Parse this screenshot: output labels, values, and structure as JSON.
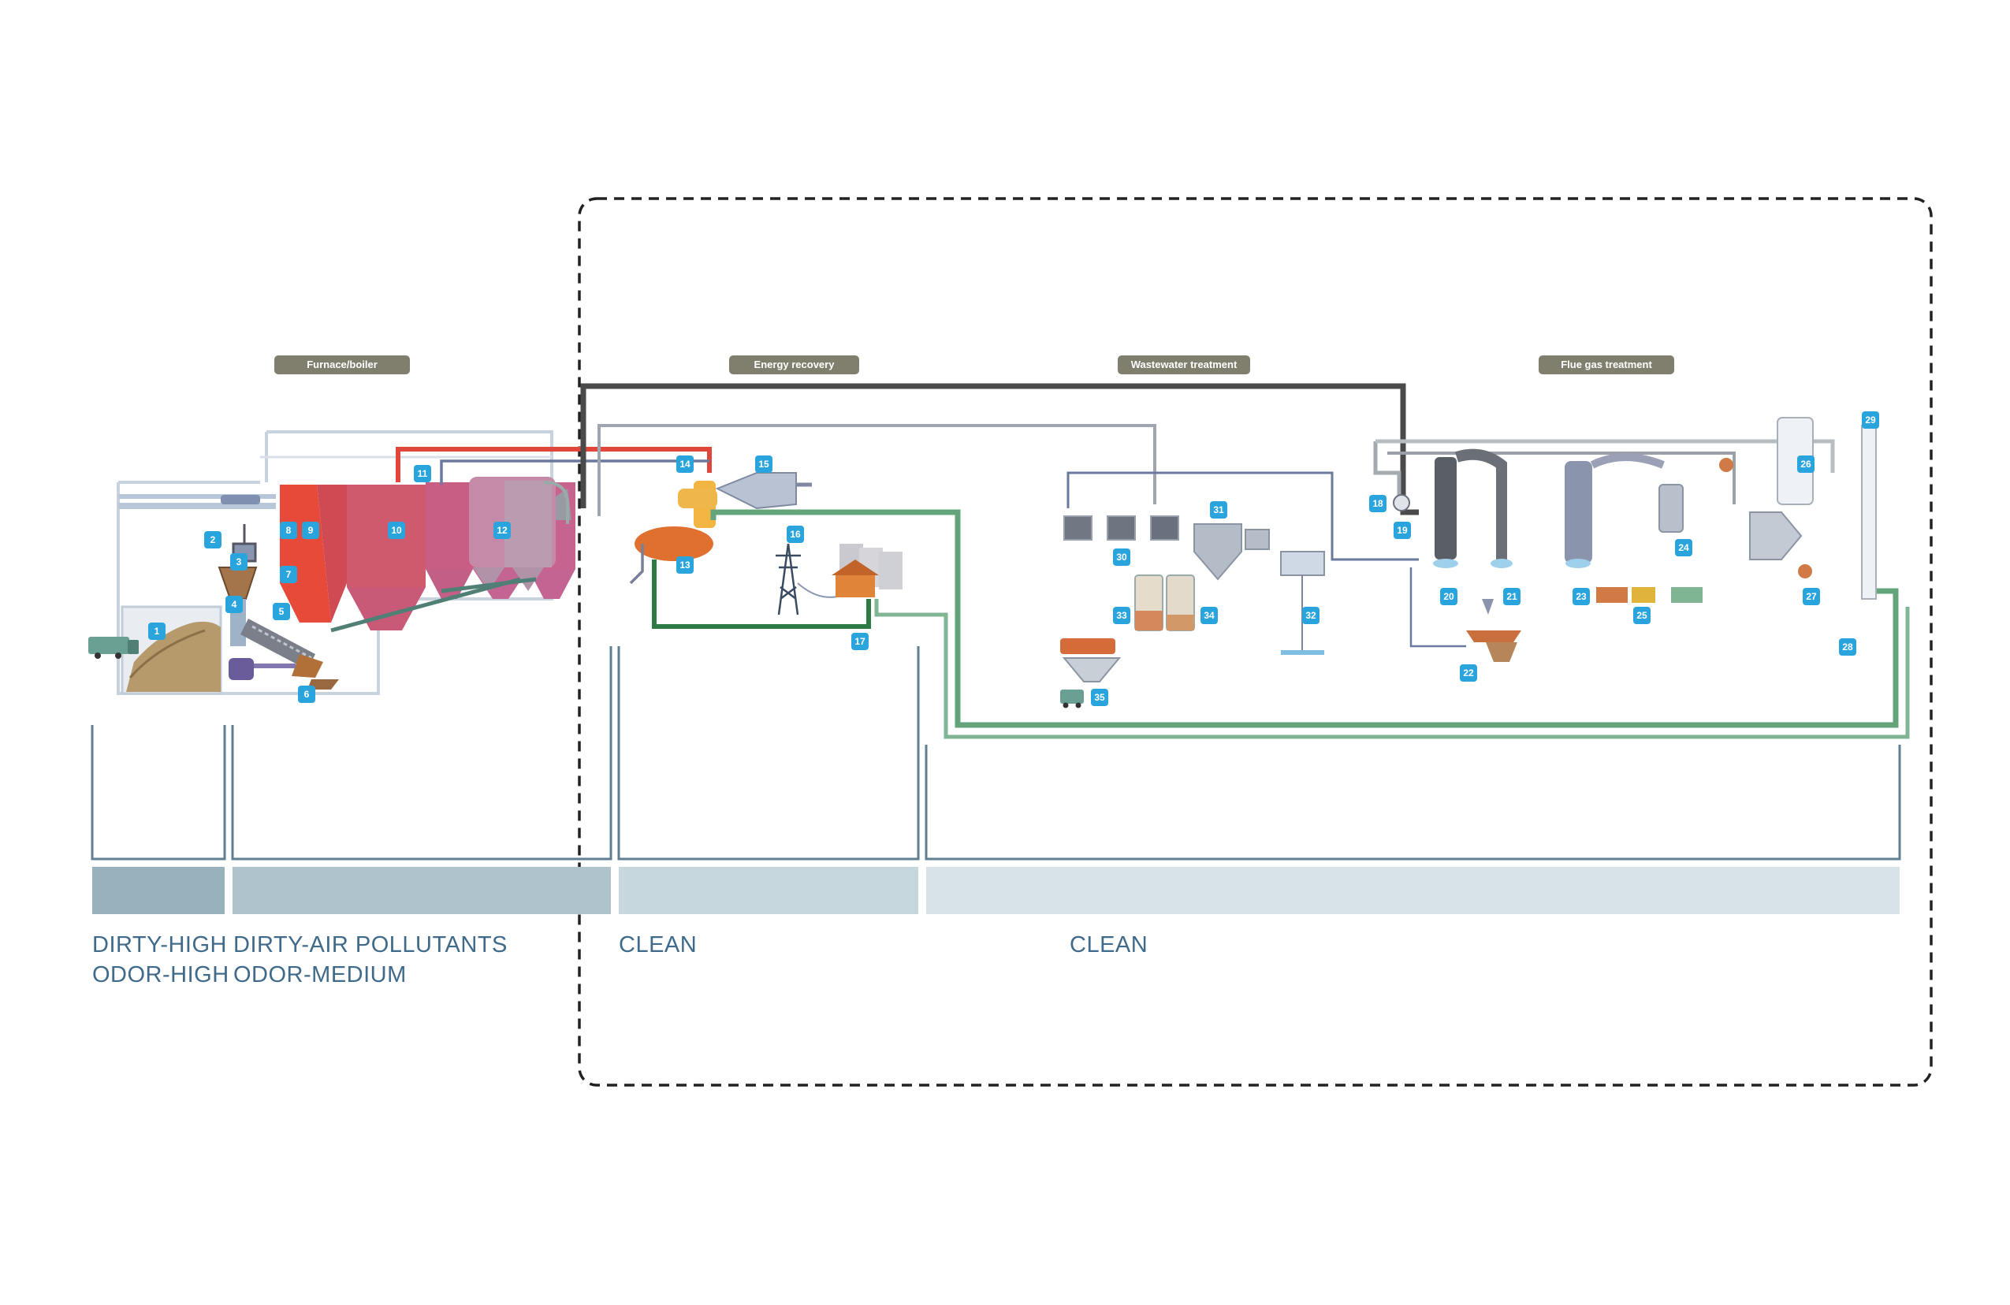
{
  "sections": [
    {
      "id": "furnace",
      "label": "Furnace/boiler"
    },
    {
      "id": "energy",
      "label": "Energy recovery"
    },
    {
      "id": "wastewater",
      "label": "Wastewater treatment"
    },
    {
      "id": "fluegas",
      "label": "Flue gas treatment"
    }
  ],
  "zones": [
    {
      "id": "z1",
      "line1": "DIRTY-HIGH",
      "line2": "ODOR-HIGH",
      "shade": "#98b2bd"
    },
    {
      "id": "z2",
      "line1": "DIRTY-AIR POLLUTANTS",
      "line2": "ODOR-MEDIUM",
      "shade": "#aec3cc"
    },
    {
      "id": "z3",
      "line1": "CLEAN",
      "line2": "",
      "shade": "#c7d7de"
    },
    {
      "id": "z4",
      "line1": "CLEAN",
      "line2": "",
      "shade": "#d7e3e9"
    }
  ],
  "badges": [
    "1",
    "2",
    "3",
    "4",
    "5",
    "6",
    "7",
    "8",
    "9",
    "10",
    "11",
    "12",
    "13",
    "14",
    "15",
    "16",
    "17",
    "18",
    "19",
    "20",
    "21",
    "22",
    "23",
    "24",
    "25",
    "26",
    "27",
    "28",
    "29",
    "30",
    "31",
    "32",
    "33",
    "34",
    "35"
  ],
  "colors": {
    "badge": "#2aa4dc",
    "section_tag": "#807f6e",
    "pipe_dark": "#4a4a4a",
    "pipe_green": "#3e8a55",
    "pipe_red": "#e0463a",
    "pipe_blue": "#6a7a9e",
    "furnace_red": "#e84a3a",
    "boiler_magenta": "#c65a86",
    "zone_text": "#3f6a8a",
    "boundary_dash": "#222222"
  }
}
